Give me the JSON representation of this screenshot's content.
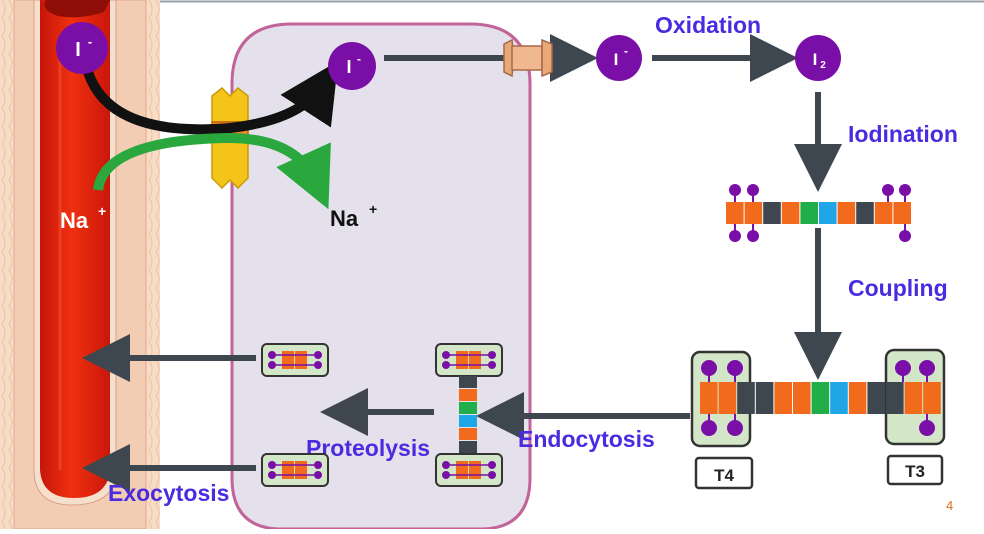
{
  "labels": {
    "oxidation": "Oxidation",
    "iodination": "Iodination",
    "coupling": "Coupling",
    "endocytosis": "Endocytosis",
    "proteolysis": "Proteolysis",
    "exocytosis": "Exocytosis",
    "t4": "T4",
    "t3": "T3",
    "page_number": "4"
  },
  "ions": {
    "iodide": "I",
    "iodide_charge": "-",
    "iodine": "I",
    "iodine_subscript": "2",
    "sodium": "Na",
    "sodium_charge": "+"
  },
  "colors": {
    "label_blue": "#4a2be0",
    "iodine_purple": "#7a0fa8",
    "blood_red": "#e8210f",
    "cell_fill": "#e4e1ec",
    "cell_border": "#c2649a",
    "arrow_gray": "#3e474f",
    "sodium_green": "#2aa83e",
    "chain_orange": "#f26a1b",
    "chain_green": "#1fae4a",
    "chain_blue": "#1ea6e6",
    "chain_dark": "#3e474f",
    "box_green": "#d3e7c8",
    "symporter_yellow": "#f4c518",
    "channel_tan": "#e8a878"
  }
}
